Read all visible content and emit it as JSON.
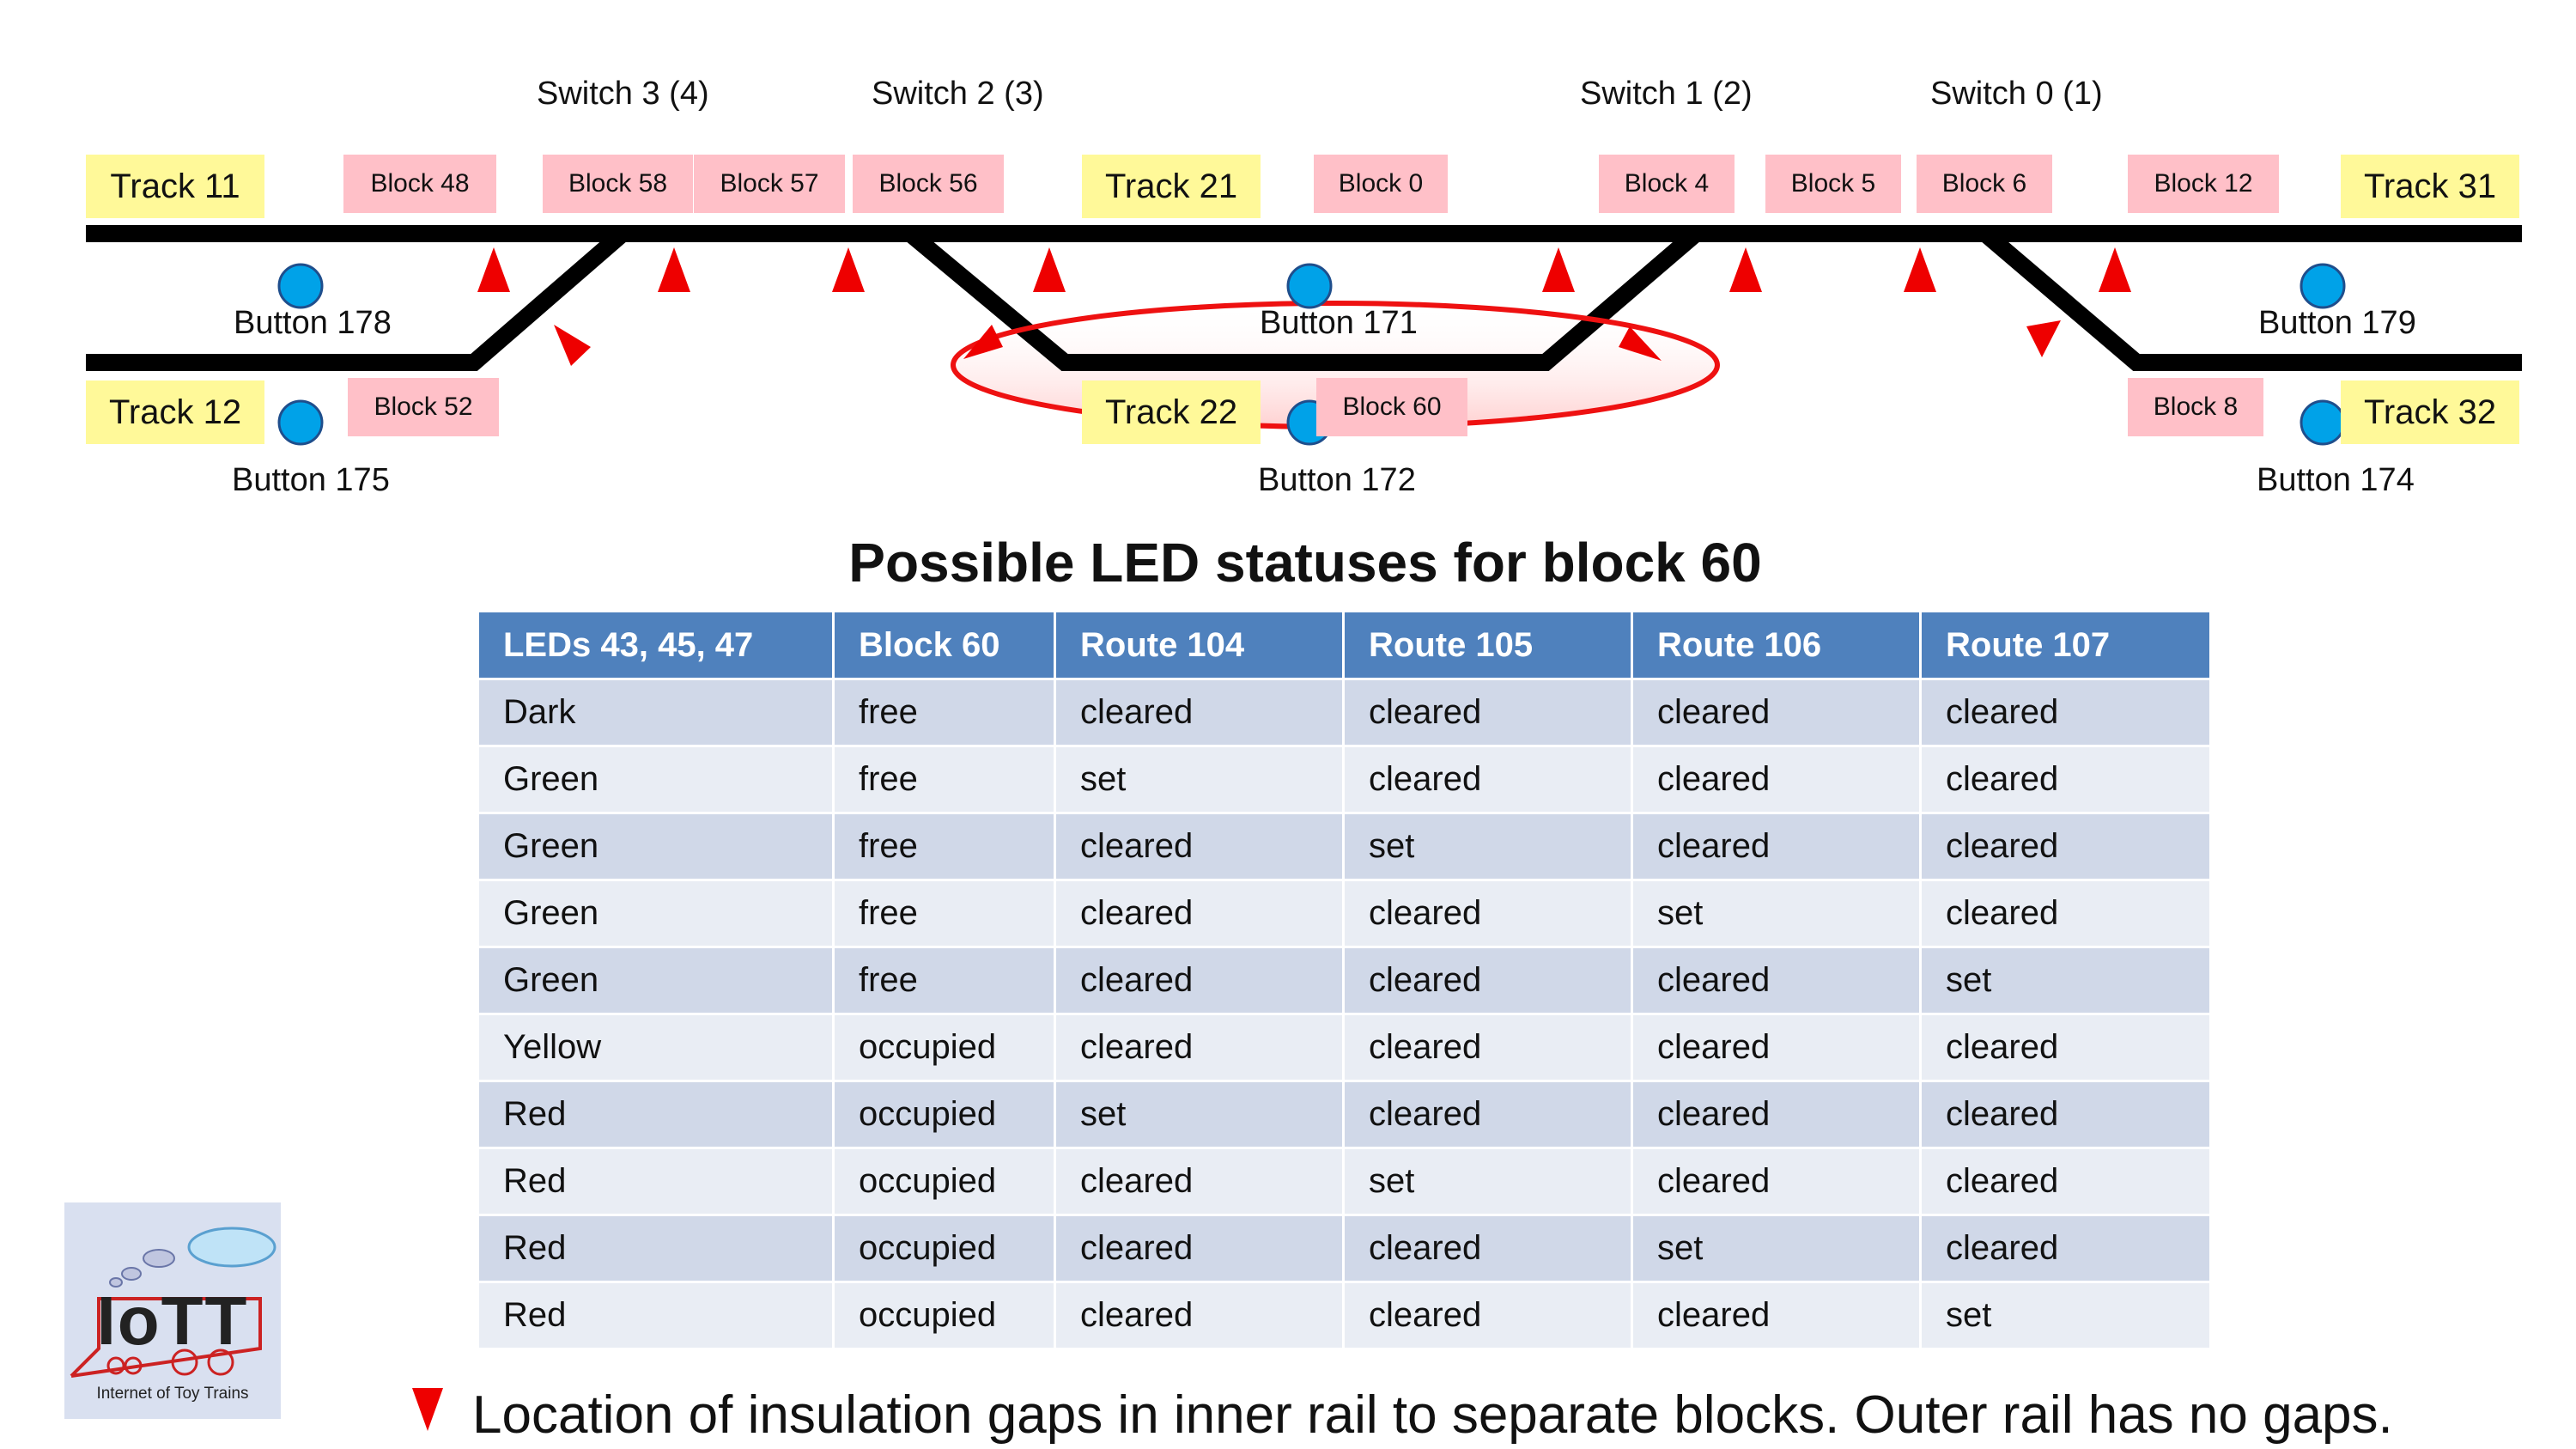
{
  "diagram": {
    "switches": [
      "Switch 3 (4)",
      "Switch 2 (3)",
      "Switch 1 (2)",
      "Switch 0 (1)"
    ],
    "tracks": [
      "Track 11",
      "Track 21",
      "Track 31",
      "Track 12",
      "Track 22",
      "Track 32"
    ],
    "blocks": [
      "Block 48",
      "Block 58",
      "Block 57",
      "Block 56",
      "Block 0",
      "Block 4",
      "Block 5",
      "Block 6",
      "Block 12",
      "Block 52",
      "Block 60",
      "Block 8"
    ],
    "buttons": [
      "Button 178",
      "Button 171",
      "Button 179",
      "Button 175",
      "Button 172",
      "Button 174"
    ],
    "colors": {
      "rail": "#000000",
      "gap_marker": "#ee0000",
      "button": "#00a2e8",
      "track_label_bg": "#fff999",
      "block_label_bg": "#ffc0c8",
      "highlight": "#ee1111"
    }
  },
  "table": {
    "title": "Possible LED statuses for block 60",
    "headers": [
      "LEDs 43, 45, 47",
      "Block 60",
      "Route 104",
      "Route 105",
      "Route 106",
      "Route 107"
    ],
    "rows": [
      [
        "Dark",
        "free",
        "cleared",
        "cleared",
        "cleared",
        "cleared"
      ],
      [
        "Green",
        "free",
        "set",
        "cleared",
        "cleared",
        "cleared"
      ],
      [
        "Green",
        "free",
        "cleared",
        "set",
        "cleared",
        "cleared"
      ],
      [
        "Green",
        "free",
        "cleared",
        "cleared",
        "set",
        "cleared"
      ],
      [
        "Green",
        "free",
        "cleared",
        "cleared",
        "cleared",
        "set"
      ],
      [
        "Yellow",
        "occupied",
        "cleared",
        "cleared",
        "cleared",
        "cleared"
      ],
      [
        "Red",
        "occupied",
        "set",
        "cleared",
        "cleared",
        "cleared"
      ],
      [
        "Red",
        "occupied",
        "cleared",
        "set",
        "cleared",
        "cleared"
      ],
      [
        "Red",
        "occupied",
        "cleared",
        "cleared",
        "set",
        "cleared"
      ],
      [
        "Red",
        "occupied",
        "cleared",
        "cleared",
        "cleared",
        "set"
      ]
    ],
    "colors": {
      "header": "#4f81bd",
      "row_odd": "#d0d8e8",
      "row_even": "#e9edf4"
    }
  },
  "logo": {
    "text": "IoTT",
    "subtitle": "Internet of Toy Trains"
  },
  "legend": {
    "text": "Location of insulation gaps in inner rail to separate blocks. Outer rail has no gaps."
  }
}
